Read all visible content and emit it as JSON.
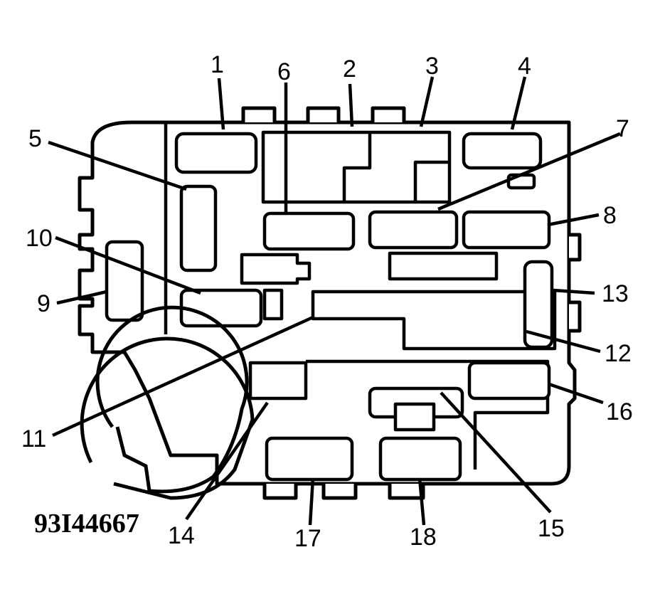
{
  "diagram": {
    "figure_code": "93I44667",
    "callouts": [
      {
        "id": "1",
        "text": "1"
      },
      {
        "id": "2",
        "text": "2"
      },
      {
        "id": "3",
        "text": "3"
      },
      {
        "id": "4",
        "text": "4"
      },
      {
        "id": "5",
        "text": "5"
      },
      {
        "id": "6",
        "text": "6"
      },
      {
        "id": "7",
        "text": "7"
      },
      {
        "id": "8",
        "text": "8"
      },
      {
        "id": "9",
        "text": "9"
      },
      {
        "id": "10",
        "text": "10"
      },
      {
        "id": "11",
        "text": "11"
      },
      {
        "id": "12",
        "text": "12"
      },
      {
        "id": "13",
        "text": "13"
      },
      {
        "id": "14",
        "text": "14"
      },
      {
        "id": "15",
        "text": "15"
      },
      {
        "id": "16",
        "text": "16"
      },
      {
        "id": "17",
        "text": "17"
      },
      {
        "id": "18",
        "text": "18"
      }
    ]
  }
}
